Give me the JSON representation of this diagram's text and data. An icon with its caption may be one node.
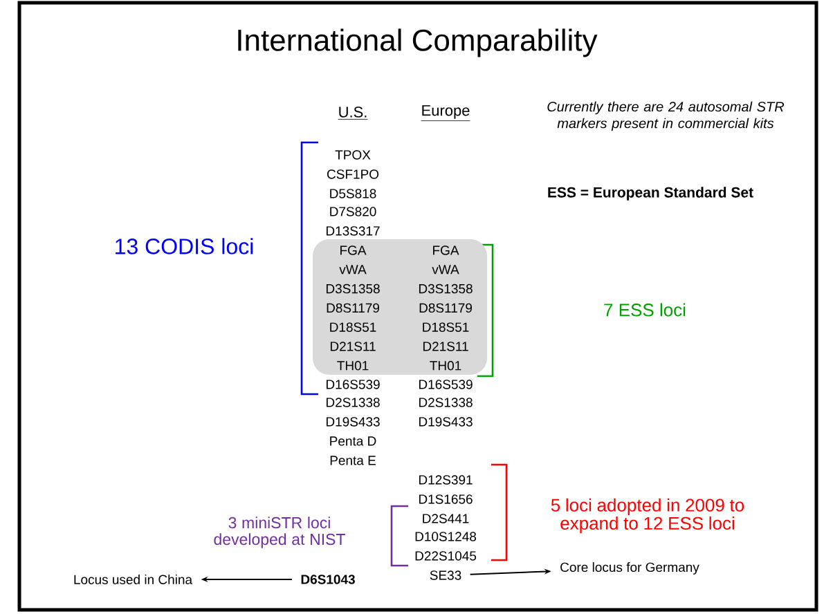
{
  "diagram": {
    "title": "International Comparability",
    "nodes": [
      {
        "text": [
          "FGA",
          "vWA",
          "D3S1358",
          "D8S1179",
          "D18S51",
          "D21S11",
          "TH01",
          "FGA",
          "vWA",
          "D3S1358",
          "D8S1179",
          "D18S51",
          "D21S11",
          "TH01"
        ]
      },
      {
        "text": [
          "SE33"
        ]
      },
      {
        "text": [
          "Core locus for Germany"
        ]
      },
      {
        "text": [
          "Locus used in China"
        ]
      },
      {
        "text": [
          "D6S1043"
        ]
      }
    ],
    "edges": [
      {
        "from": 1,
        "to": 2,
        "arrow": "to"
      },
      {
        "from": 4,
        "to": 3,
        "arrow": "to"
      }
    ],
    "labels": [
      "U.S.",
      "Europe",
      "Currently there are 24 autosomal STR markers present in commercial kits",
      "TPOX",
      "CSF1PO",
      "D5S818",
      "D7S820",
      "D13S317",
      "ESS = European Standard Set",
      "13 CODIS loci",
      "7 ESS loci",
      "D16S539",
      "D16S539",
      "D2S1338",
      "D2S1338",
      "D19S433",
      "D19S433",
      "Penta D",
      "Penta E",
      "D12S391",
      "D1S1656",
      "D2S441",
      "D10S1248",
      "D22S1045",
      "5 loci adopted in 2009 to expand to 12 ESS loci",
      "3 miniSTR loci developed at NIST"
    ]
  }
}
